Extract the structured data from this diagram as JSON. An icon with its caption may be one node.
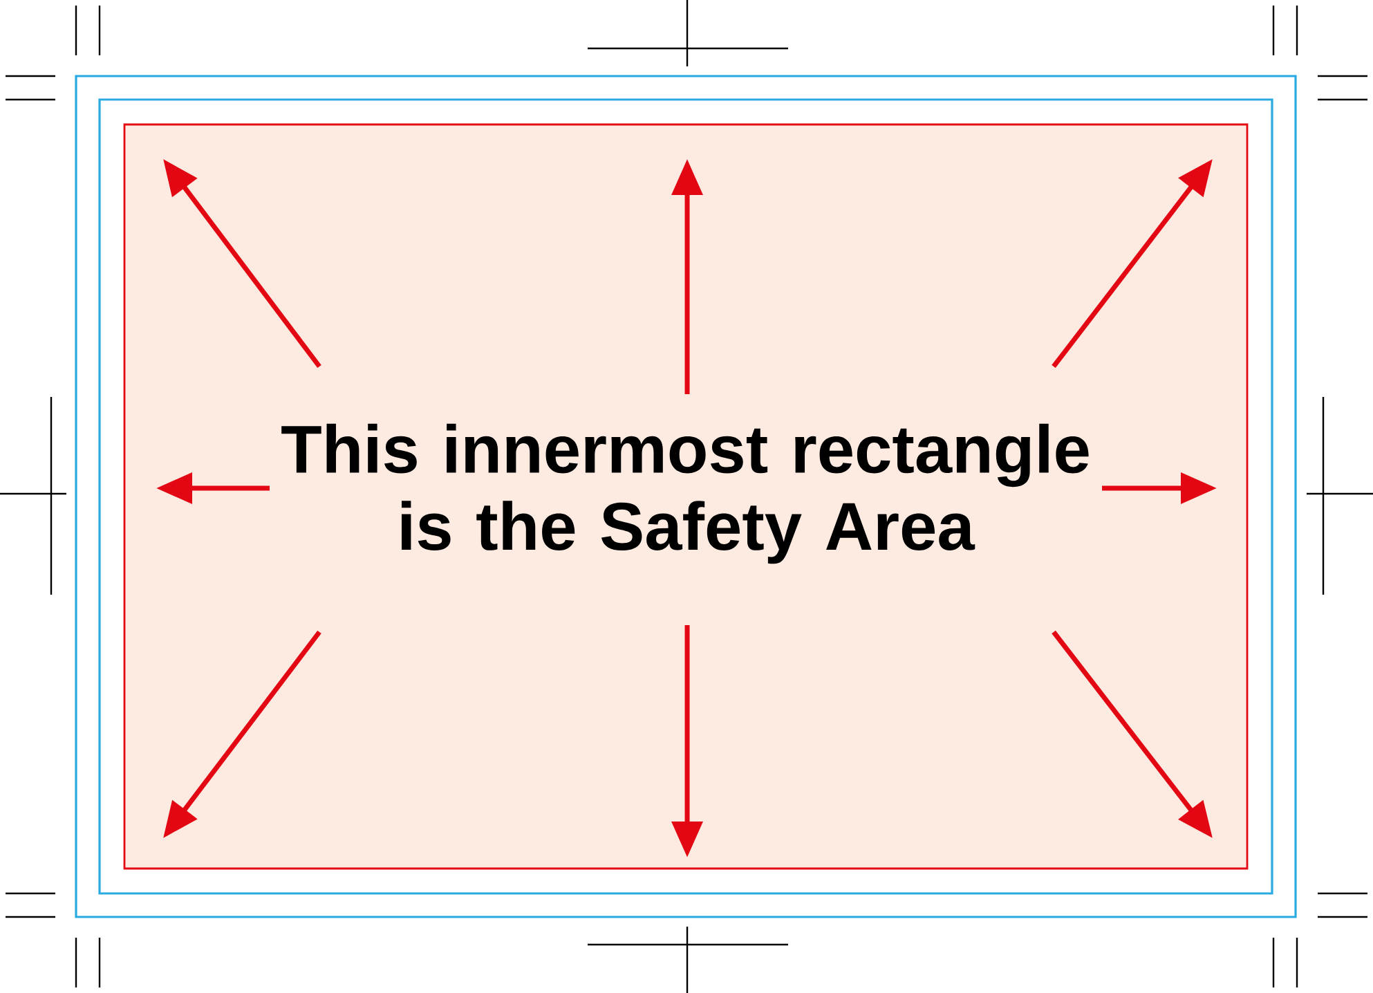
{
  "diagram": {
    "nodes": [
      {
        "text": [],
        "shape": "box"
      },
      {
        "text": [],
        "shape": "box",
        "in": 0
      },
      {
        "text": [
          "This innermost rectangle is the Safety Area"
        ],
        "in": 1
      }
    ]
  }
}
